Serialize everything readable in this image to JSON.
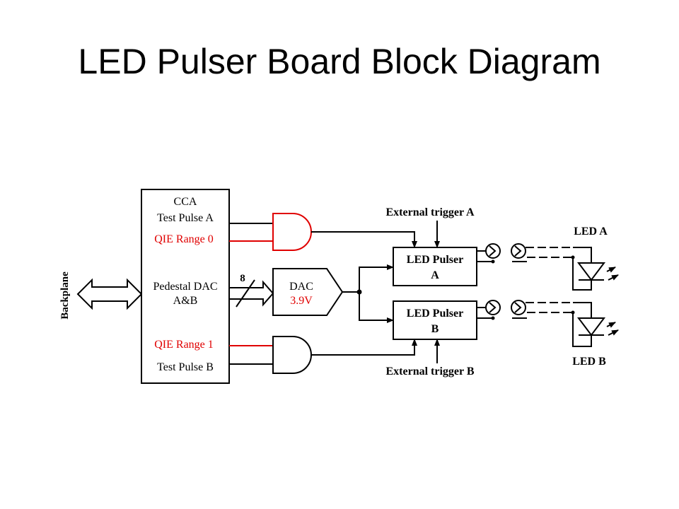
{
  "title": "LED Pulser Board Block Diagram",
  "diagram": {
    "backplane": "Backplane",
    "cca": {
      "title": "CCA",
      "test_pulse_a": "Test Pulse A",
      "qie_range_0": "QIE Range 0",
      "pedestal_dac": "Pedestal DAC",
      "pedestal_dac_ab": "A&B",
      "qie_range_1": "QIE Range 1",
      "test_pulse_b": "Test Pulse B"
    },
    "bus_width": "8",
    "dac": {
      "label": "DAC",
      "voltage": "3.9V"
    },
    "external_trigger_a": "External trigger A",
    "external_trigger_b": "External trigger B",
    "pulser_a": {
      "line1": "LED Pulser",
      "line2": "A"
    },
    "pulser_b": {
      "line1": "LED Pulser",
      "line2": "B"
    },
    "led_a": "LED A",
    "led_b": "LED B",
    "colors": {
      "wire": "#000000",
      "red_signal": "#e00000",
      "text": "#000000"
    }
  }
}
